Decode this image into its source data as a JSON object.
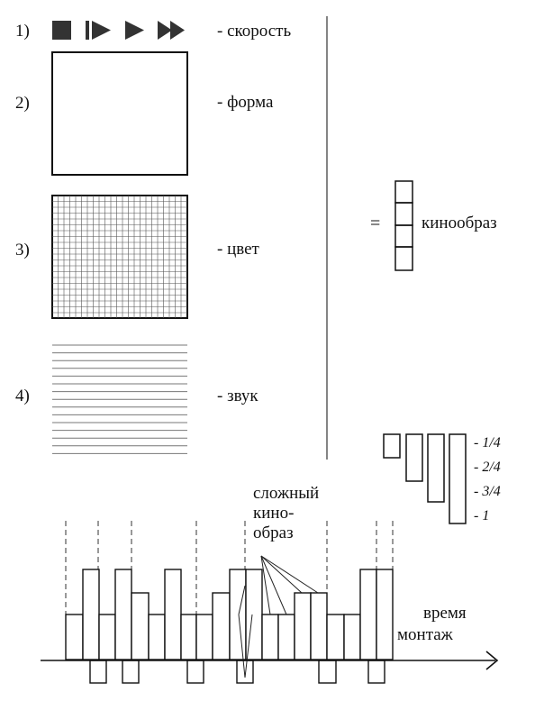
{
  "items": [
    {
      "number": "1)",
      "label": "- скорость",
      "kind": "speed"
    },
    {
      "number": "2)",
      "label": "- форма",
      "kind": "shape"
    },
    {
      "number": "3)",
      "label": "- цвет",
      "kind": "color"
    },
    {
      "number": "4)",
      "label": "- звук",
      "kind": "sound"
    }
  ],
  "speed_icons": [
    "stop-icon",
    "step-play-icon",
    "play-icon",
    "fast-forward-icon"
  ],
  "result": {
    "equals": "=",
    "label": "кинообраз"
  },
  "fractions": [
    "- 1/4",
    "- 2/4",
    "- 3/4",
    "-  1"
  ],
  "montage": {
    "complex_label_lines": [
      "сложный",
      "кино-",
      "образ"
    ],
    "axis_label_top": "время",
    "axis_label_bottom": "монтаж"
  }
}
